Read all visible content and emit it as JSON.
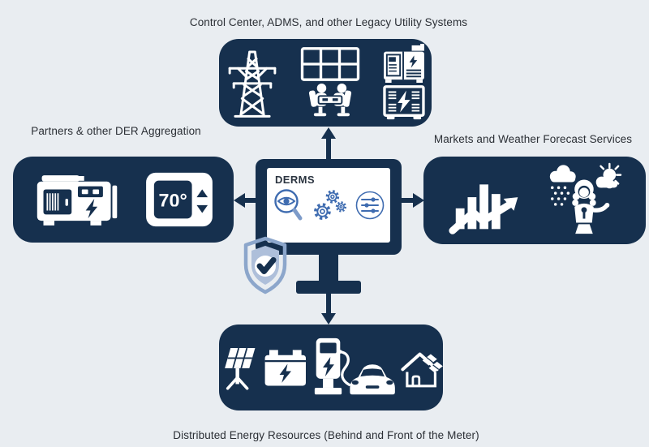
{
  "colors": {
    "navy": "#16304e",
    "background": "#e9edf1",
    "screen_icon_blue": "#3f6cb0",
    "shield_outline": "#8ca6cb",
    "shield_fill": "#aebfda",
    "white": "#ffffff",
    "label_text": "#2b2f35"
  },
  "nodes": {
    "top": {
      "label": "Control Center, ADMS, and other Legacy Utility Systems",
      "icons": [
        "transmission-tower-icon",
        "control-room-icon",
        "switchgear-cabinets-icon"
      ]
    },
    "left": {
      "label": "Partners & other DER Aggregation",
      "icons": [
        "generator-icon",
        "thermostat-icon"
      ],
      "thermostat_value": "70°"
    },
    "right": {
      "label": "Markets and Weather Forecast Services",
      "icons": [
        "market-trend-chart-icon",
        "weather-forecaster-icon"
      ]
    },
    "bottom": {
      "label": "Distributed Energy Resources (Behind and Front of the Meter)",
      "icons": [
        "solar-panel-icon",
        "battery-icon",
        "ev-charger-icon",
        "car-icon",
        "solar-house-icon"
      ]
    },
    "center": {
      "label": "DERMS",
      "icons": [
        "eye-magnifier-icon",
        "gears-icon",
        "sliders-icon",
        "shield-check-icon"
      ]
    }
  },
  "arrows": [
    {
      "from": "derms",
      "to": "top",
      "direction": "up"
    },
    {
      "from": "derms",
      "to": "left",
      "direction": "left"
    },
    {
      "from": "derms",
      "to": "right",
      "direction": "right"
    },
    {
      "from": "derms",
      "to": "bottom",
      "direction": "down"
    }
  ]
}
